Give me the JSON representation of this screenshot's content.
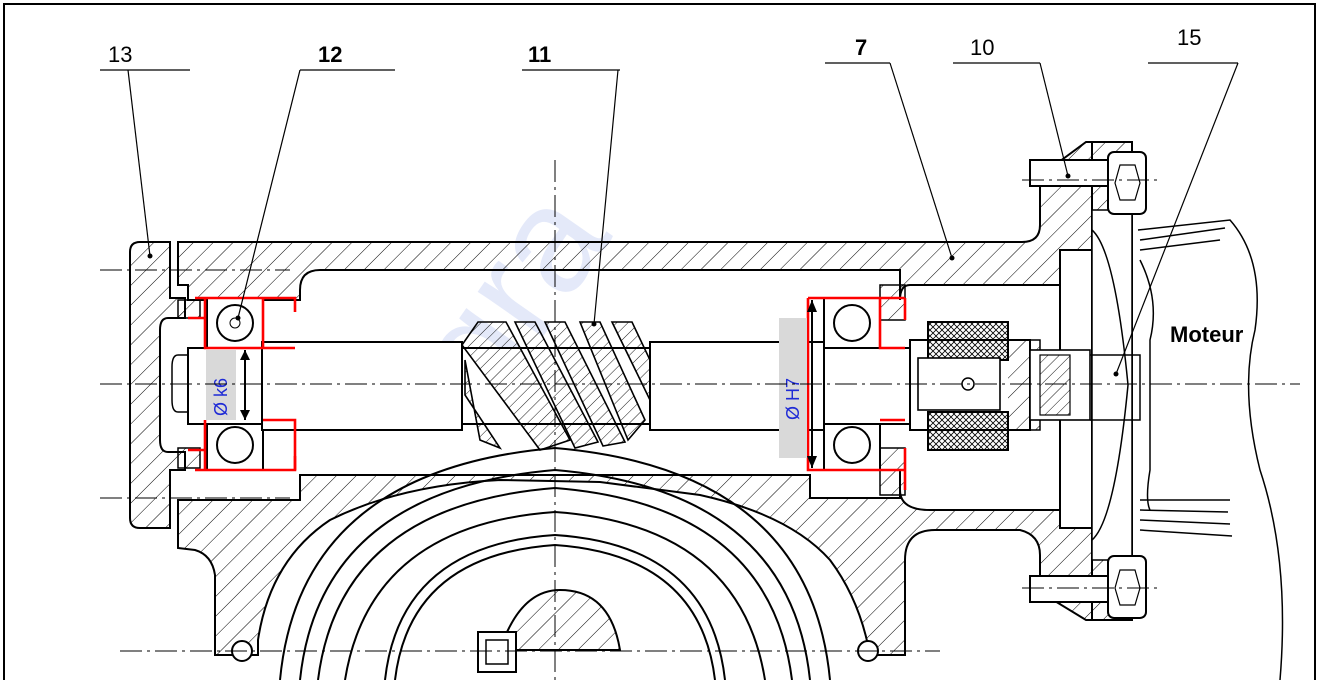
{
  "callouts": [
    {
      "number": "13"
    },
    {
      "number": "12"
    },
    {
      "number": "11"
    },
    {
      "number": "7"
    },
    {
      "number": "10"
    },
    {
      "number": "15"
    }
  ],
  "fits": {
    "shaft": "Ø k6",
    "housing": "Ø  H7"
  },
  "motor_label": "Moteur",
  "colors": {
    "outline": "#000000",
    "contact_surfaces": "#ff0000",
    "fit_text": "#1f2bd6",
    "fit_background": "#d9d9d9",
    "hatch": "#000000"
  }
}
